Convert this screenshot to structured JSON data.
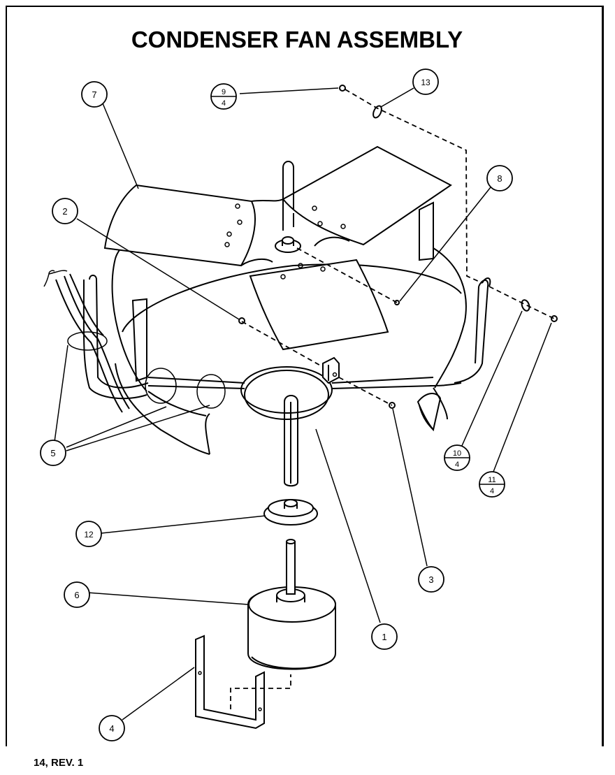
{
  "title": "CONDENSER FAN ASSEMBLY",
  "footer": "14, REV. 1",
  "callouts": {
    "c1": "1",
    "c2": "2",
    "c3": "3",
    "c4": "4",
    "c5": "5",
    "c6": "6",
    "c7": "7",
    "c8": "8",
    "c12": "12",
    "c13": "13"
  },
  "ref_callouts": {
    "r9": {
      "top": "9",
      "bottom": "4"
    },
    "r10": {
      "top": "10",
      "bottom": "4"
    },
    "r11": {
      "top": "11",
      "bottom": "4"
    }
  }
}
